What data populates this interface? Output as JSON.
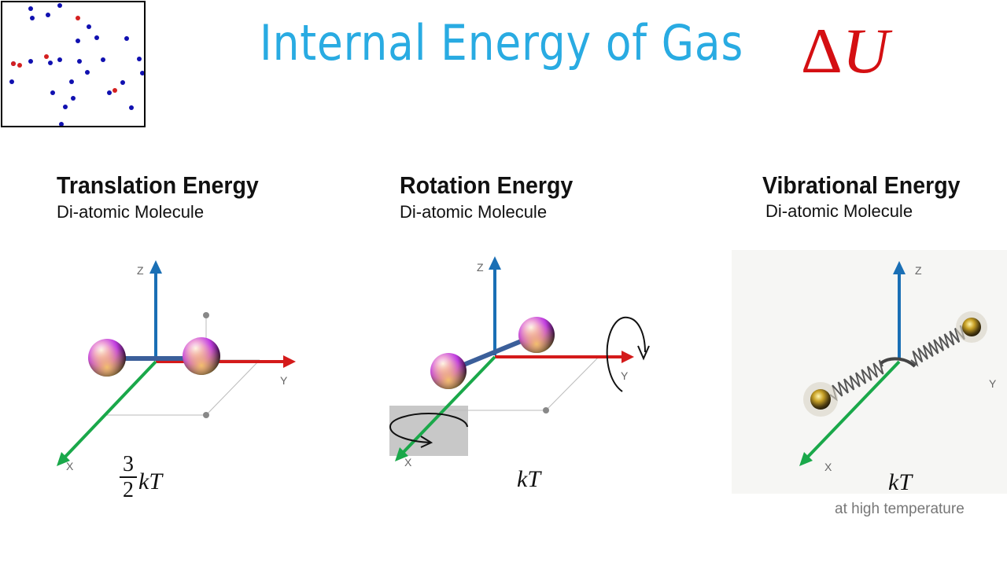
{
  "header": {
    "title": "Internal Energy of Gas",
    "symbol_delta": "Δ",
    "symbol_u": "U",
    "title_color": "#29abe2",
    "symbol_color": "#d40f12"
  },
  "gas_box": {
    "blue_color": "#1010b0",
    "red_color": "#d42020"
  },
  "panels": [
    {
      "title": "Translation Energy",
      "subtitle": "Di-atomic Molecule",
      "formula_num": "3",
      "formula_den": "2",
      "formula": "kT",
      "axes": {
        "z": "Z",
        "y": "Y",
        "x": "X"
      }
    },
    {
      "title": "Rotation Energy",
      "subtitle": "Di-atomic Molecule",
      "formula": "kT",
      "axes": {
        "z": "Z",
        "y": "Y",
        "x": "X"
      }
    },
    {
      "title": "Vibrational Energy",
      "subtitle": "Di-atomic Molecule",
      "formula": "kT",
      "note": "at high temperature",
      "axes": {
        "z": "Z",
        "y": "Y",
        "x": "X"
      }
    }
  ],
  "colors": {
    "z_axis": "#1a6fb5",
    "y_axis": "#d41a1a",
    "x_axis": "#1aa84a",
    "bond": "#3b5f9a"
  }
}
